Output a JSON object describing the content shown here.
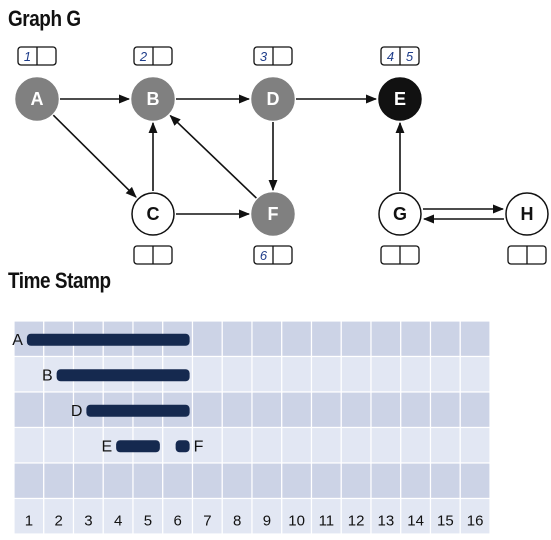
{
  "graph_title": "Graph G",
  "time_title": "Time Stamp",
  "colors": {
    "visited": "#808080",
    "finished": "#111111",
    "unvisited": "#ffffff",
    "bar": "#15294f",
    "grid_dark": "#ccd3e6",
    "grid_light": "#e2e7f3",
    "stamp_num": "#1f3d8a"
  },
  "nodes": [
    {
      "id": "A",
      "state": "visited",
      "discover": "1",
      "finish": ""
    },
    {
      "id": "B",
      "state": "visited",
      "discover": "2",
      "finish": ""
    },
    {
      "id": "D",
      "state": "visited",
      "discover": "3",
      "finish": ""
    },
    {
      "id": "E",
      "state": "finished",
      "discover": "4",
      "finish": "5"
    },
    {
      "id": "C",
      "state": "unvisited",
      "discover": "",
      "finish": ""
    },
    {
      "id": "F",
      "state": "visited",
      "discover": "6",
      "finish": ""
    },
    {
      "id": "G",
      "state": "unvisited",
      "discover": "",
      "finish": ""
    },
    {
      "id": "H",
      "state": "unvisited",
      "discover": "",
      "finish": ""
    }
  ],
  "edges": [
    [
      "A",
      "B"
    ],
    [
      "B",
      "D"
    ],
    [
      "D",
      "E"
    ],
    [
      "A",
      "C"
    ],
    [
      "C",
      "B"
    ],
    [
      "C",
      "F"
    ],
    [
      "F",
      "B"
    ],
    [
      "D",
      "F"
    ],
    [
      "G",
      "E"
    ],
    [
      "G",
      "H"
    ],
    [
      "H",
      "G"
    ]
  ],
  "timeline": {
    "ticks": [
      "1",
      "2",
      "3",
      "4",
      "5",
      "6",
      "7",
      "8",
      "9",
      "10",
      "11",
      "12",
      "13",
      "14",
      "15",
      "16"
    ],
    "rows": [
      {
        "bars": [
          {
            "label": "A",
            "start": 1,
            "end": 6,
            "label_side": "left"
          }
        ]
      },
      {
        "bars": [
          {
            "label": "B",
            "start": 2,
            "end": 6,
            "label_side": "left"
          }
        ]
      },
      {
        "bars": [
          {
            "label": "D",
            "start": 3,
            "end": 6,
            "label_side": "left"
          }
        ]
      },
      {
        "bars": [
          {
            "label": "E",
            "start": 4,
            "end": 5,
            "label_side": "left"
          },
          {
            "label": "F",
            "start": 6,
            "end": 6,
            "label_side": "right"
          }
        ]
      },
      {
        "bars": []
      }
    ]
  }
}
